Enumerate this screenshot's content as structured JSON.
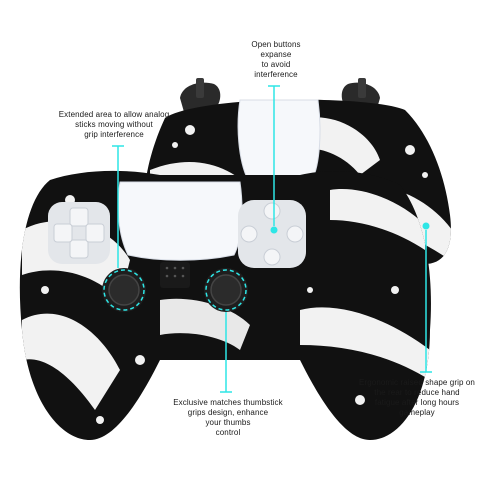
{
  "accent_color": "#2ee6e6",
  "callouts": {
    "top": {
      "lines": [
        "Open buttons",
        "expanse",
        "to avoid",
        "interference"
      ]
    },
    "left": {
      "lines": [
        "Extended area to allow analog",
        "sticks moving without",
        "grip interference"
      ]
    },
    "bottom": {
      "lines": [
        "Exclusive matches thumbstick",
        "grips design, enhance",
        "your thumbs",
        "control"
      ]
    },
    "right": {
      "lines": [
        "Ergonomic raised shape grip on",
        "the rear to reduce hand",
        "fatigue after long hours",
        "gameplay"
      ]
    }
  },
  "icons": [
    "dpad-icon",
    "face-buttons-icon",
    "thumbstick-icon",
    "trigger-icon"
  ]
}
